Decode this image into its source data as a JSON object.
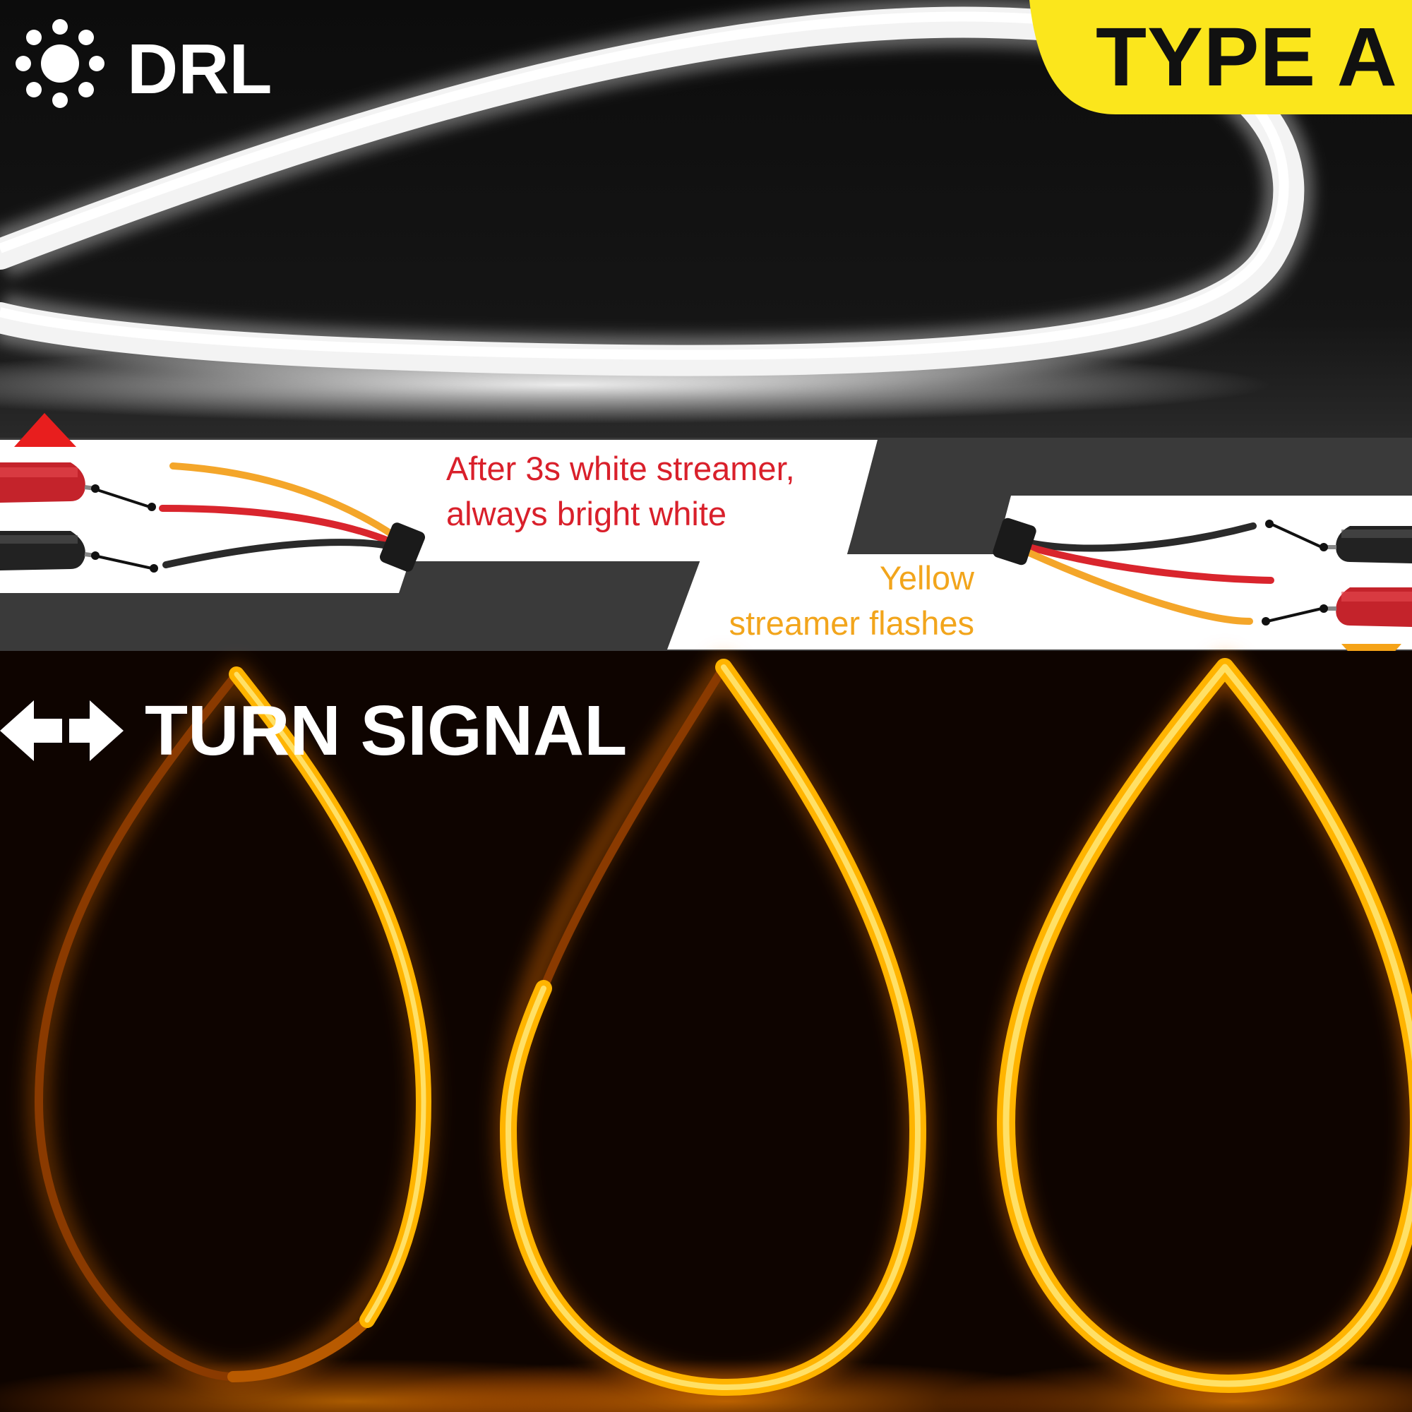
{
  "labels": {
    "drl": "DRL",
    "type": "TYPE A",
    "turn_signal": "TURN SIGNAL"
  },
  "notes": {
    "white_line1": "After 3s white streamer,",
    "white_line2": "always bright white",
    "yellow_line1": "Yellow",
    "yellow_line2": "streamer flashes"
  },
  "icons": {
    "drl": "sun-icon",
    "turn": "double-arrow-icon",
    "up": "triangle-up-icon",
    "down": "triangle-down-icon"
  },
  "colors": {
    "badge_yellow": "#fbe61c",
    "note_red": "#d9202b",
    "note_amber": "#f2a51c",
    "arrow_red": "#e81e1e",
    "arrow_amber": "#f5a318",
    "led_amber": "#ffb400"
  }
}
